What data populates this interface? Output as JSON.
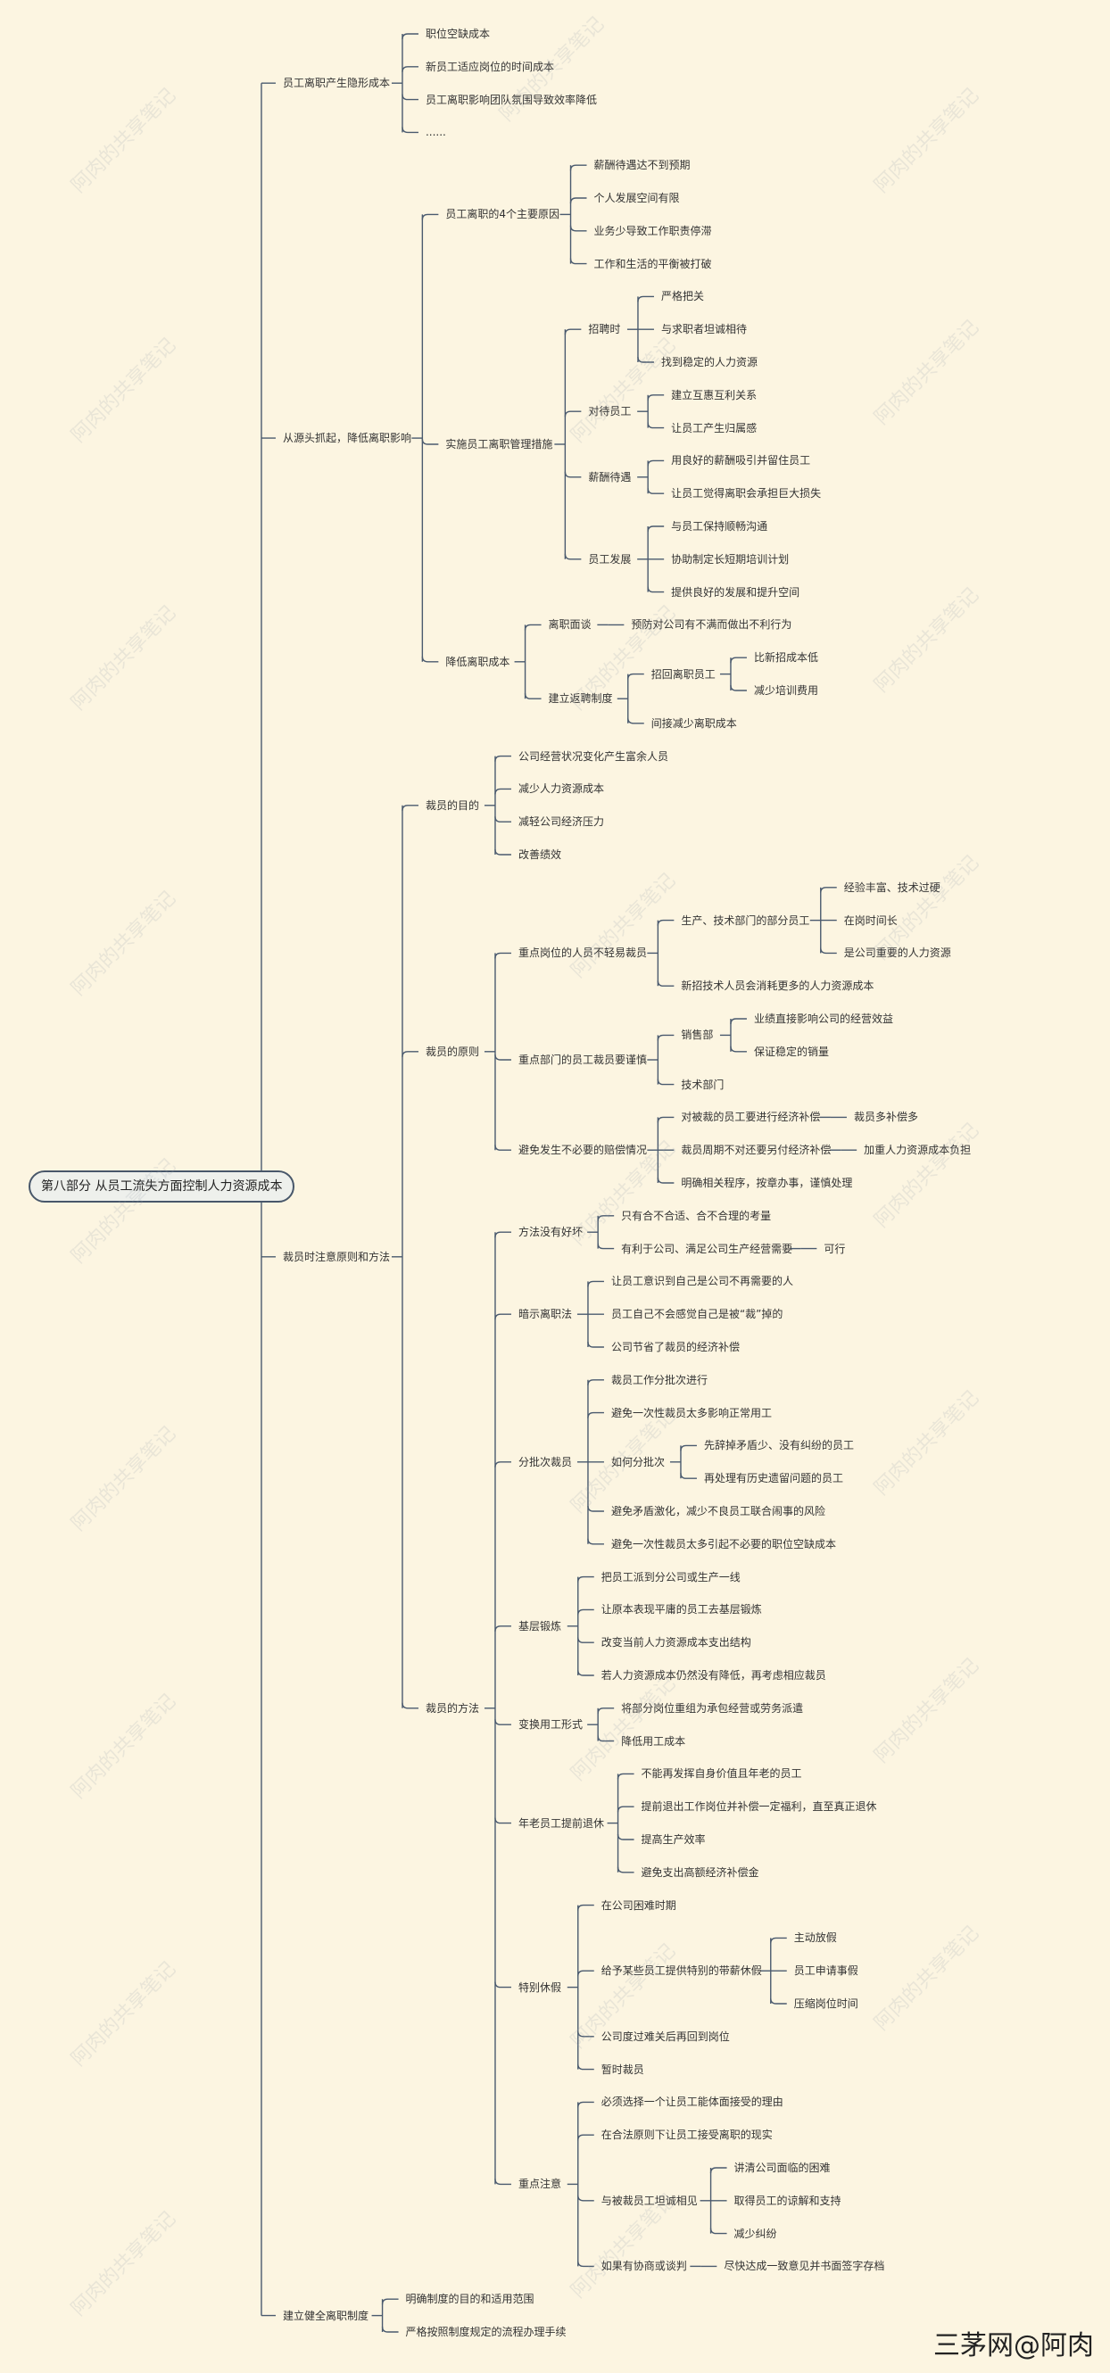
{
  "root": {
    "label": "第八部分 从员工流失方面控制人力资源成本"
  },
  "mindmap": [
    {
      "label": "员工离职产生隐形成本",
      "children": [
        {
          "label": "职位空缺成本"
        },
        {
          "label": "新员工适应岗位的时间成本"
        },
        {
          "label": "员工离职影响团队氛围导致效率降低"
        },
        {
          "label": "......"
        }
      ]
    },
    {
      "label": "从源头抓起，降低离职影响",
      "children": [
        {
          "label": "员工离职的4个主要原因",
          "children": [
            {
              "label": "薪酬待遇达不到预期"
            },
            {
              "label": "个人发展空间有限"
            },
            {
              "label": "业务少导致工作职责停滞"
            },
            {
              "label": "工作和生活的平衡被打破"
            }
          ]
        },
        {
          "label": "实施员工离职管理措施",
          "children": [
            {
              "label": "招聘时",
              "children": [
                {
                  "label": "严格把关"
                },
                {
                  "label": "与求职者坦诚相待"
                },
                {
                  "label": "找到稳定的人力资源"
                }
              ]
            },
            {
              "label": "对待员工",
              "children": [
                {
                  "label": "建立互惠互利关系"
                },
                {
                  "label": "让员工产生归属感"
                }
              ]
            },
            {
              "label": "薪酬待遇",
              "children": [
                {
                  "label": "用良好的薪酬吸引并留住员工"
                },
                {
                  "label": "让员工觉得离职会承担巨大损失"
                }
              ]
            },
            {
              "label": "员工发展",
              "children": [
                {
                  "label": "与员工保持顺畅沟通"
                },
                {
                  "label": "协助制定长短期培训计划"
                },
                {
                  "label": "提供良好的发展和提升空间"
                }
              ]
            }
          ]
        },
        {
          "label": "降低离职成本",
          "children": [
            {
              "label": "离职面谈",
              "children": [
                {
                  "label": "预防对公司有不满而做出不利行为"
                }
              ]
            },
            {
              "label": "建立返聘制度",
              "children": [
                {
                  "label": "招回离职员工",
                  "children": [
                    {
                      "label": "比新招成本低"
                    },
                    {
                      "label": "减少培训费用"
                    }
                  ]
                },
                {
                  "label": "间接减少离职成本"
                }
              ]
            }
          ]
        }
      ]
    },
    {
      "label": "裁员时注意原则和方法",
      "children": [
        {
          "label": "裁员的目的",
          "children": [
            {
              "label": "公司经营状况变化产生富余人员"
            },
            {
              "label": "减少人力资源成本"
            },
            {
              "label": "减轻公司经济压力"
            },
            {
              "label": "改善绩效"
            }
          ]
        },
        {
          "label": "裁员的原则",
          "children": [
            {
              "label": "重点岗位的人员不轻易裁员",
              "children": [
                {
                  "label": "生产、技术部门的部分员工",
                  "children": [
                    {
                      "label": "经验丰富、技术过硬"
                    },
                    {
                      "label": "在岗时间长"
                    },
                    {
                      "label": "是公司重要的人力资源"
                    }
                  ]
                },
                {
                  "label": "新招技术人员会消耗更多的人力资源成本"
                }
              ]
            },
            {
              "label": "重点部门的员工裁员要谨慎",
              "children": [
                {
                  "label": "销售部",
                  "children": [
                    {
                      "label": "业绩直接影响公司的经营效益"
                    },
                    {
                      "label": "保证稳定的销量"
                    }
                  ]
                },
                {
                  "label": "技术部门"
                }
              ]
            },
            {
              "label": "避免发生不必要的赔偿情况",
              "children": [
                {
                  "label": "对被裁的员工要进行经济补偿",
                  "children": [
                    {
                      "label": "裁员多补偿多"
                    }
                  ]
                },
                {
                  "label": "裁员周期不对还要另付经济补偿",
                  "children": [
                    {
                      "label": "加重人力资源成本负担"
                    }
                  ]
                },
                {
                  "label": "明确相关程序，按章办事，谨慎处理"
                }
              ]
            }
          ]
        },
        {
          "label": "裁员的方法",
          "children": [
            {
              "label": "方法没有好坏",
              "children": [
                {
                  "label": "只有合不合适、合不合理的考量"
                },
                {
                  "label": "有利于公司、满足公司生产经营需要",
                  "children": [
                    {
                      "label": "可行"
                    }
                  ]
                }
              ]
            },
            {
              "label": "暗示离职法",
              "children": [
                {
                  "label": "让员工意识到自己是公司不再需要的人"
                },
                {
                  "label": "员工自己不会感觉自己是被“裁”掉的"
                },
                {
                  "label": "公司节省了裁员的经济补偿"
                }
              ]
            },
            {
              "label": "分批次裁员",
              "children": [
                {
                  "label": "裁员工作分批次进行"
                },
                {
                  "label": "避免一次性裁员太多影响正常用工"
                },
                {
                  "label": "如何分批次",
                  "children": [
                    {
                      "label": "先辞掉矛盾少、没有纠纷的员工"
                    },
                    {
                      "label": "再处理有历史遗留问题的员工"
                    }
                  ]
                },
                {
                  "label": "避免矛盾激化，减少不良员工联合闹事的风险"
                },
                {
                  "label": "避免一次性裁员太多引起不必要的职位空缺成本"
                }
              ]
            },
            {
              "label": "基层锻炼",
              "children": [
                {
                  "label": "把员工派到分公司或生产一线"
                },
                {
                  "label": "让原本表现平庸的员工去基层锻炼"
                },
                {
                  "label": "改变当前人力资源成本支出结构"
                },
                {
                  "label": "若人力资源成本仍然没有降低，再考虑相应裁员"
                }
              ]
            },
            {
              "label": "变换用工形式",
              "children": [
                {
                  "label": "将部分岗位重组为承包经营或劳务派遣"
                },
                {
                  "label": "降低用工成本"
                }
              ]
            },
            {
              "label": "年老员工提前退休",
              "children": [
                {
                  "label": "不能再发挥自身价值且年老的员工"
                },
                {
                  "label": "提前退出工作岗位并补偿一定福利，直至真正退休"
                },
                {
                  "label": "提高生产效率"
                },
                {
                  "label": "避免支出高额经济补偿金"
                }
              ]
            },
            {
              "label": "特别休假",
              "children": [
                {
                  "label": "在公司困难时期"
                },
                {
                  "label": "给予某些员工提供特别的带薪休假",
                  "children": [
                    {
                      "label": "主动放假"
                    },
                    {
                      "label": "员工申请事假"
                    },
                    {
                      "label": "压缩岗位时间"
                    }
                  ]
                },
                {
                  "label": "公司度过难关后再回到岗位"
                },
                {
                  "label": "暂时裁员"
                }
              ]
            },
            {
              "label": "重点注意",
              "children": [
                {
                  "label": "必须选择一个让员工能体面接受的理由"
                },
                {
                  "label": "在合法原则下让员工接受离职的现实"
                },
                {
                  "label": "与被裁员工坦诚相见",
                  "children": [
                    {
                      "label": "讲清公司面临的困难"
                    },
                    {
                      "label": "取得员工的谅解和支持"
                    },
                    {
                      "label": "减少纠纷"
                    }
                  ]
                },
                {
                  "label": "如果有协商或谈判",
                  "children": [
                    {
                      "label": "尽快达成一致意见并书面签字存档"
                    }
                  ]
                }
              ]
            }
          ]
        }
      ]
    },
    {
      "label": "建立健全离职制度",
      "children": [
        {
          "label": "明确制度的目的和适用范围"
        },
        {
          "label": "严格按照制度规定的流程办理手续"
        }
      ]
    }
  ],
  "watermark": {
    "text": "阿肉的共享笔记"
  },
  "footer": {
    "text": "三茅网@阿肉"
  },
  "colors": {
    "line": "#4a5a6e",
    "background": "#fcf5e1",
    "watermark": "#aab4be"
  }
}
